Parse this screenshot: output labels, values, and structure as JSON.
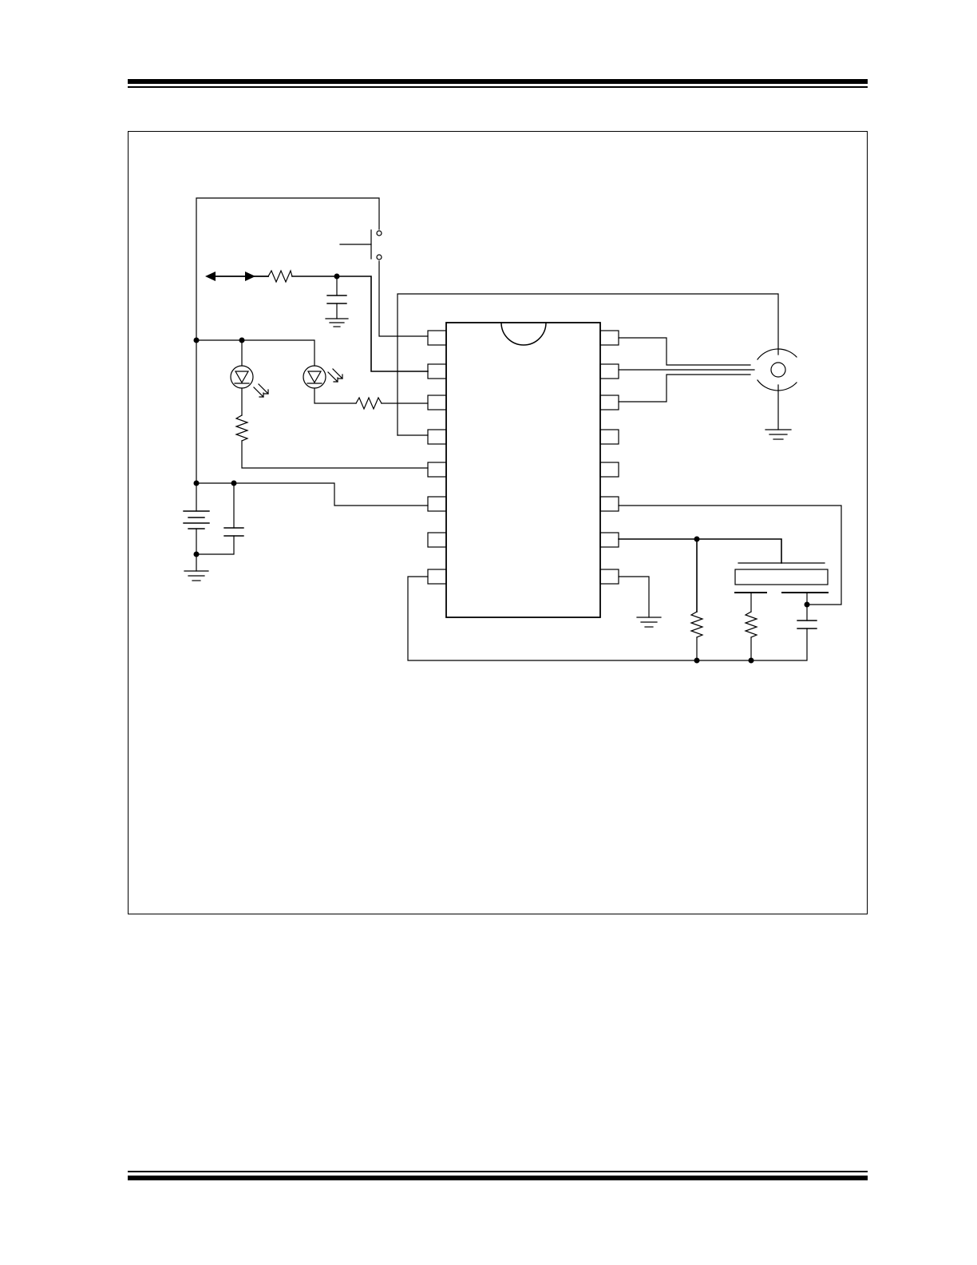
{
  "header": {},
  "figure": {
    "type": "circuit-schematic",
    "components": [
      {
        "kind": "push-button-switch"
      },
      {
        "kind": "resistor"
      },
      {
        "kind": "capacitor"
      },
      {
        "kind": "led"
      },
      {
        "kind": "led"
      },
      {
        "kind": "resistor"
      },
      {
        "kind": "resistor"
      },
      {
        "kind": "battery"
      },
      {
        "kind": "capacitor"
      },
      {
        "kind": "ic-dip-16"
      },
      {
        "kind": "jack-connector"
      },
      {
        "kind": "piezo-horn"
      },
      {
        "kind": "resistor"
      },
      {
        "kind": "resistor"
      },
      {
        "kind": "capacitor"
      }
    ],
    "ground_symbols": 5
  },
  "footer": {}
}
